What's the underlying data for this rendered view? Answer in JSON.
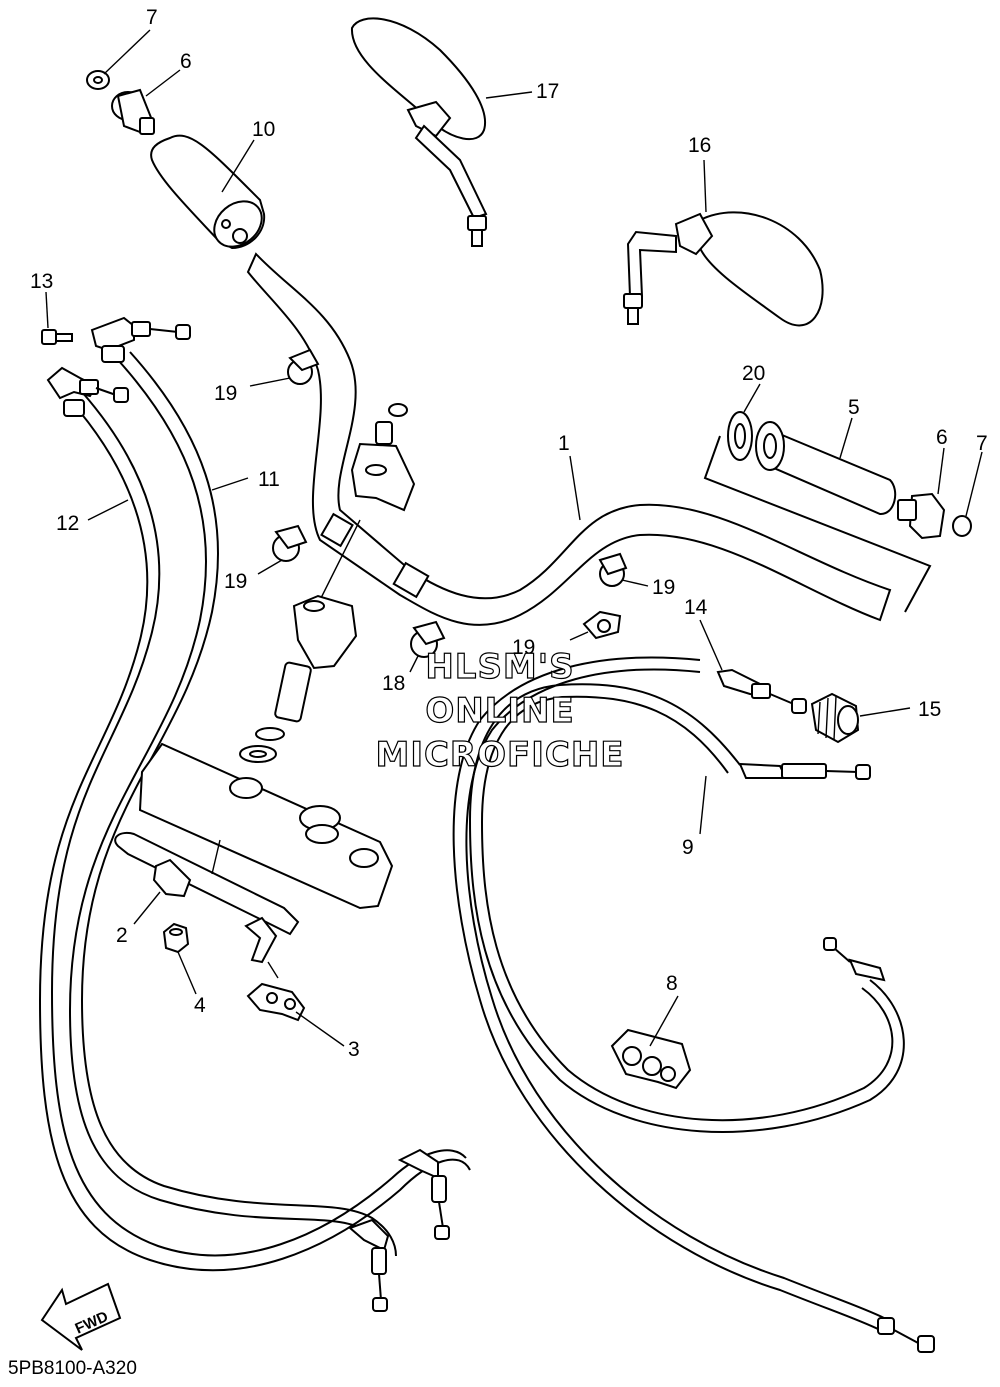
{
  "diagram_code": "5PB8100-A320",
  "watermark": [
    "HLSM'S",
    "ONLINE",
    "MICROFICHE"
  ],
  "direction_arrow": "FWD",
  "callouts": [
    {
      "id": "c1",
      "label": "1"
    },
    {
      "id": "c2",
      "label": "2"
    },
    {
      "id": "c3",
      "label": "3"
    },
    {
      "id": "c4",
      "label": "4"
    },
    {
      "id": "c5",
      "label": "5"
    },
    {
      "id": "c6a",
      "label": "6"
    },
    {
      "id": "c6b",
      "label": "6"
    },
    {
      "id": "c7a",
      "label": "7"
    },
    {
      "id": "c7b",
      "label": "7"
    },
    {
      "id": "c8",
      "label": "8"
    },
    {
      "id": "c9",
      "label": "9"
    },
    {
      "id": "c10",
      "label": "10"
    },
    {
      "id": "c11",
      "label": "11"
    },
    {
      "id": "c12",
      "label": "12"
    },
    {
      "id": "c13",
      "label": "13"
    },
    {
      "id": "c14",
      "label": "14"
    },
    {
      "id": "c15",
      "label": "15"
    },
    {
      "id": "c16",
      "label": "16"
    },
    {
      "id": "c17",
      "label": "17"
    },
    {
      "id": "c18",
      "label": "18"
    },
    {
      "id": "c19a",
      "label": "19"
    },
    {
      "id": "c19b",
      "label": "19"
    },
    {
      "id": "c19c",
      "label": "19"
    },
    {
      "id": "c19d",
      "label": "19"
    },
    {
      "id": "c20",
      "label": "20"
    }
  ]
}
